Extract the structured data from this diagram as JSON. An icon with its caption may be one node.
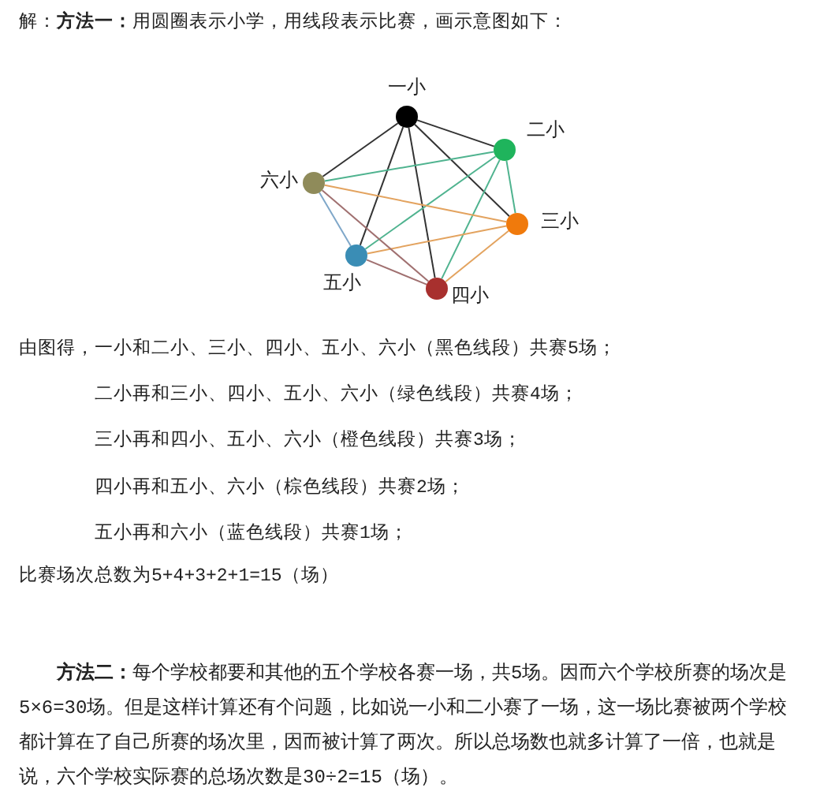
{
  "diagram": {
    "nodes": [
      {
        "text": [],
        "shape": "circle",
        "beside": [
          "一小"
        ]
      },
      {
        "text": [],
        "shape": "circle",
        "beside": [
          "二小"
        ]
      },
      {
        "text": [],
        "shape": "circle",
        "beside": [
          "三小"
        ]
      },
      {
        "text": [],
        "shape": "circle",
        "beside": [
          "四小"
        ]
      },
      {
        "text": [],
        "shape": "circle",
        "beside": [
          "五小"
        ]
      },
      {
        "text": [],
        "shape": "circle",
        "beside": [
          "六小"
        ]
      }
    ],
    "edges": [
      {
        "from": 0,
        "to": 1,
        "arrow": "none"
      },
      {
        "from": 0,
        "to": 2,
        "arrow": "none"
      },
      {
        "from": 0,
        "to": 3,
        "arrow": "none"
      },
      {
        "from": 0,
        "to": 4,
        "arrow": "none"
      },
      {
        "from": 0,
        "to": 5,
        "arrow": "none"
      },
      {
        "from": 1,
        "to": 2,
        "arrow": "none",
        "color": "#4fb38f"
      },
      {
        "from": 1,
        "to": 3,
        "arrow": "none",
        "color": "#4fb38f"
      },
      {
        "from": 1,
        "to": 4,
        "arrow": "none",
        "color": "#4fb38f"
      },
      {
        "from": 1,
        "to": 5,
        "arrow": "none",
        "color": "#4fb38f"
      },
      {
        "from": 2,
        "to": 3,
        "arrow": "none",
        "color": "#e3a35f"
      },
      {
        "from": 2,
        "to": 4,
        "arrow": "none",
        "color": "#e3a35f"
      },
      {
        "from": 2,
        "to": 5,
        "arrow": "none",
        "color": "#e3a35f"
      },
      {
        "from": 3,
        "to": 4,
        "arrow": "none",
        "color": "#a07070"
      },
      {
        "from": 3,
        "to": 5,
        "arrow": "none",
        "color": "#a07070"
      },
      {
        "from": 4,
        "to": 5,
        "arrow": "none",
        "color": "#7fa7c9"
      }
    ],
    "labels": [
      "解：**方法一：**用圆圈表示小学，用线段表示比赛，画示意图如下：",
      "由图得，一小和二小、三小、四小、五小、六小（黑色线段）共赛5场；",
      "二小再和三小、四小、五小、六小（绿色线段）共赛4场；",
      "三小再和四小、五小、六小（橙色线段）共赛3场；",
      "四小再和五小、六小（棕色线段）共赛2场；",
      "五小再和六小（蓝色线段）共赛1场；",
      "比赛场次总数为5+4+3+2+1=15（场）",
      "**方法二：**每个学校都要和其他的五个学校各赛一场，共5场。因而六个学校所赛的场次是5×6=30场。但是这样计算还有个问题，比如说一小和二小赛了一场，这一场比赛被两个学校都计算在了自己所赛的场次里，因而被计算了两次。所以总场数也就多计算了一倍，也就是说，六个学校实际赛的总场次数是30÷2=15（场）。"
    ]
  }
}
